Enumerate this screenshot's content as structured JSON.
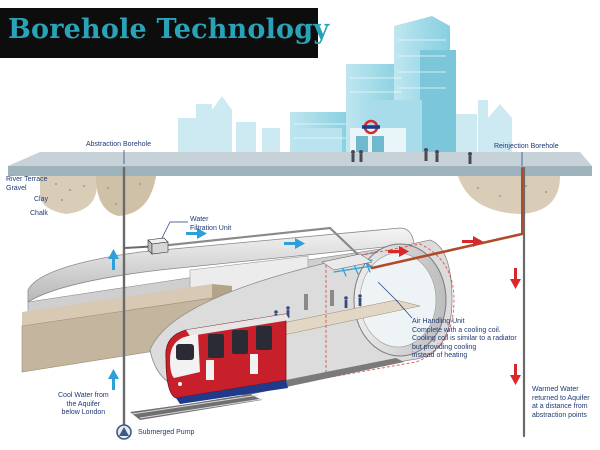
{
  "title": "Borehole Technology",
  "labels": {
    "abstraction_borehole": "Abstraction Borehole",
    "reinjection_borehole": "Reinjection Borehole",
    "river_terrace_gravel": "River Terrace\nGravel",
    "clay": "Clay",
    "chalk": "Chalk",
    "water_filtration_unit": "Water\nFiltration Unit",
    "air_handling_unit": "Air Handling Unit\nComplete with a cooling coil.\nCooling coil is similar to a radiator\nbut providing cooling\ninstead of heating",
    "cool_water": "Cool Water from\nthe Aquifer\nbelow London",
    "submerged_pump": "Submerged Pump",
    "warmed_water": "Warmed Water\nreturned to Aquifer\nat a distance from\nabstraction points"
  },
  "colors": {
    "title_bg": "#0d0d0d",
    "title_text": "#2aa3b8",
    "cool_arrow": "#2e9fd8",
    "warm_arrow": "#d8282b",
    "label_text": "#1f3a73",
    "building": "#9fd8e6",
    "ground": "#9fb3bd",
    "train_red": "#c8202a"
  },
  "icons": [
    "roundel-logo-icon",
    "pump-icon",
    "pedestrian-icon"
  ]
}
